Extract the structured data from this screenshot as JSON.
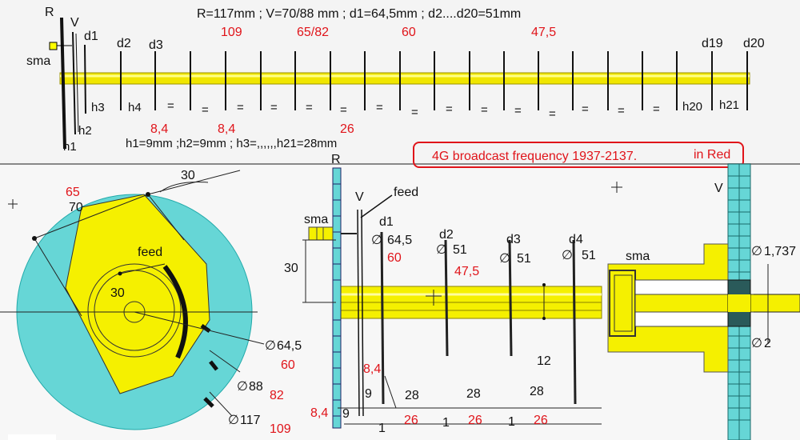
{
  "top": {
    "spec_line": "R=117mm ; V=70/88 mm ; d1=64,5mm ; d2....d20=51mm",
    "red_values": [
      "109",
      "65/82",
      "60",
      "47,5"
    ],
    "labels": {
      "R": "R",
      "V": "V",
      "d1": "d1",
      "d2": "d2",
      "d3": "d3",
      "d19": "d19",
      "d20": "d20",
      "sma": "sma"
    },
    "h_labels": {
      "h1": "h1",
      "h2": "h2",
      "h3": "h3",
      "h4": "h4",
      "h20": "h20",
      "h21": "h21",
      "eq": "="
    },
    "red_bottom": [
      "8,4",
      "8,4",
      "26"
    ],
    "h_line": "h1=9mm ;h2=9mm ; h3=,,,,,,h21=28mm",
    "note": "4G broadcast frequency 1937-2137.",
    "note2": "in Red"
  },
  "left": {
    "dim_65": "65",
    "dim_70": "70",
    "dim_30a": "30",
    "feed": "feed",
    "dim_30b": "30",
    "d645": "64,5",
    "d60": "60",
    "d88": "88",
    "d82": "82",
    "d117": "117",
    "d109": "109",
    "phi": "∅"
  },
  "middle": {
    "R": "R",
    "V": "V",
    "feed": "feed",
    "sma": "sma",
    "d1": "d1",
    "d2": "d2",
    "d3": "d3",
    "d4": "d4",
    "v645": "64,5",
    "v60": "60",
    "v51a": "51",
    "v475": "47,5",
    "v51b": "51",
    "v51c": "51",
    "v30": "30",
    "v12": "12",
    "v84a": "8,4",
    "v9a": "9",
    "v28a": "28",
    "v28b": "28",
    "v28c": "28",
    "v84b": "8,4",
    "v9b": "9",
    "v1a": "1",
    "v26a": "26",
    "v1b": "1",
    "v26b": "26",
    "v1c": "1",
    "v26c": "26"
  },
  "right": {
    "V": "V",
    "sma": "sma",
    "d1737": "1,737",
    "d2": "2"
  },
  "colors": {
    "yellow": "#f5f000",
    "cyan": "#66d6d6",
    "red": "#e0141a",
    "bg": "#ffffff",
    "panel": "#f2f2f2"
  }
}
